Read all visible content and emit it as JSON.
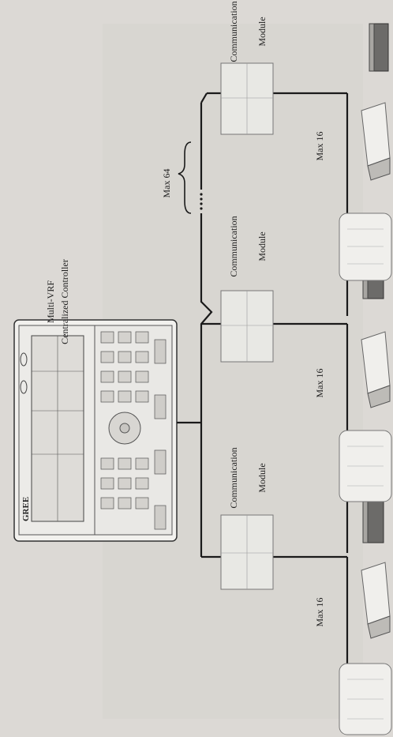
{
  "controller": {
    "title_line1": "Multi-VRF",
    "title_line2": "Centralized Controller",
    "brand": "GREE"
  },
  "modules": [
    {
      "line1": "Communication",
      "line2": "Module"
    },
    {
      "line1": "Communication",
      "line2": "Module"
    },
    {
      "line1": "Communication",
      "line2": "Module"
    }
  ],
  "annotations": {
    "max64": "Max 64",
    "max16_bottom": "Max 16",
    "max16_middle": "Max 16",
    "max16_top": "Max 16"
  },
  "colors": {
    "background": "#dcd9d5",
    "line": "#1a1a1a",
    "module_fill": "#e8e8e4"
  }
}
